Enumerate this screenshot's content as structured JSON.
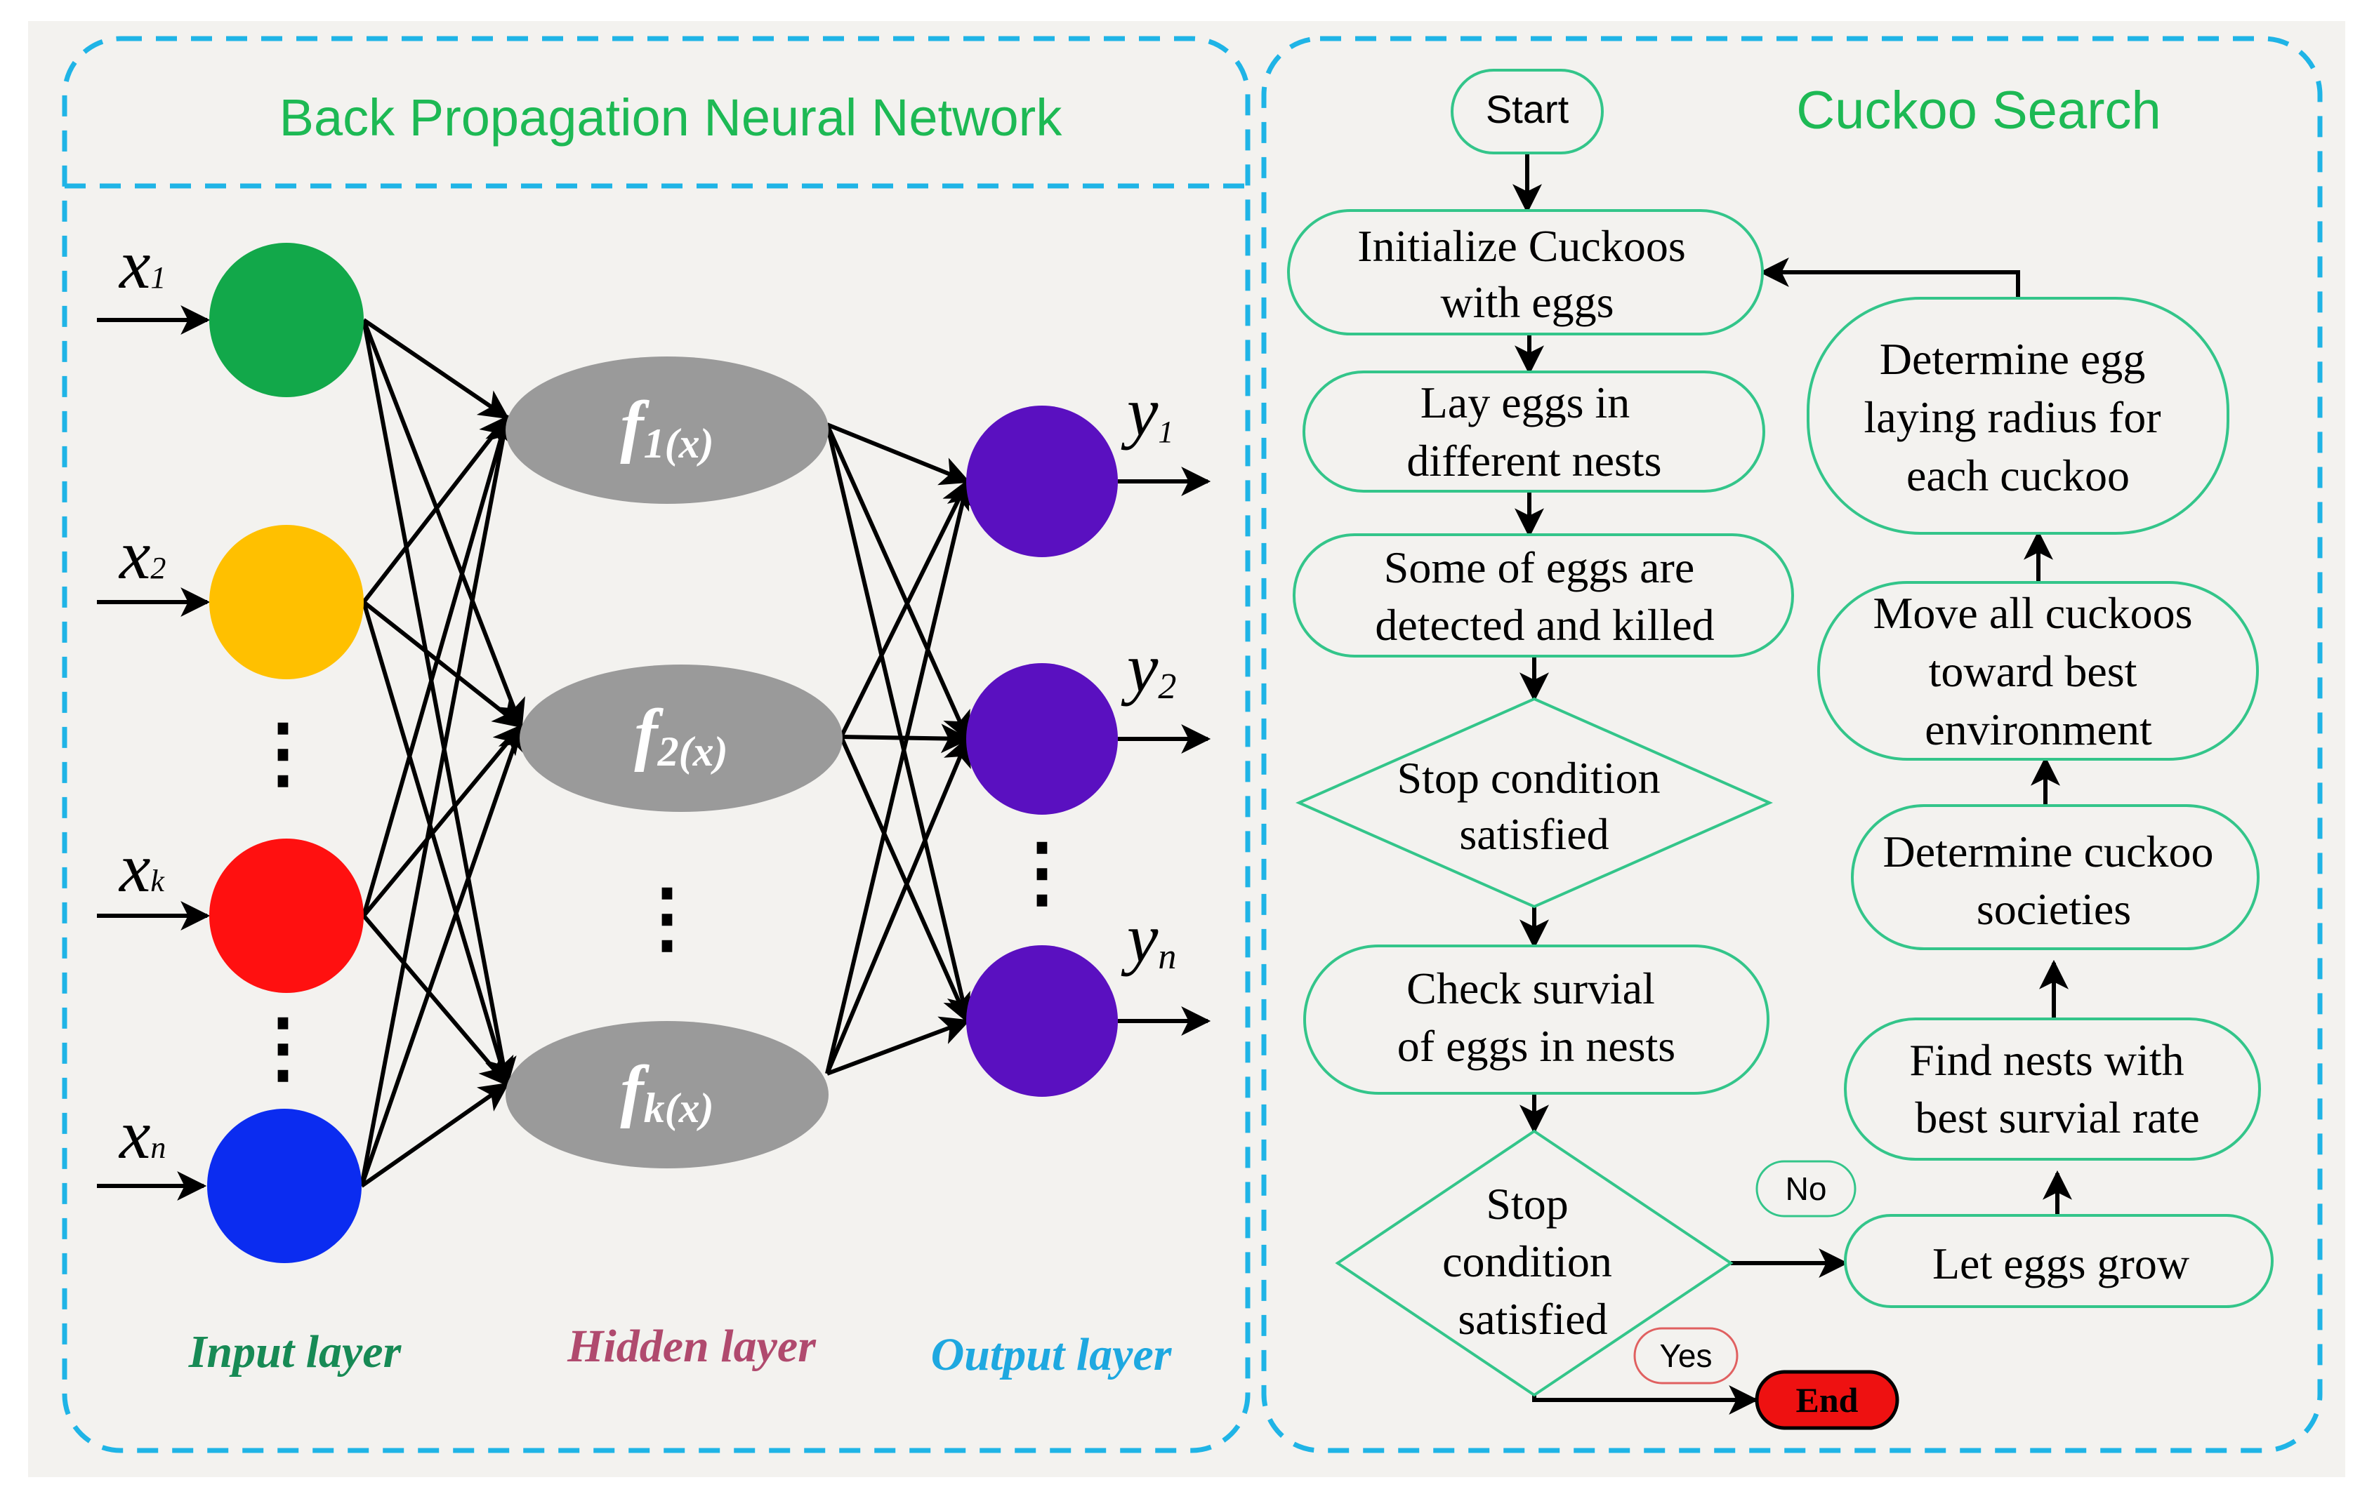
{
  "colors": {
    "background": "#ffffff",
    "panel_fill": "#f3f2ef",
    "dashed_border": "#1fb4e6",
    "title_green": "#1db954",
    "flow_stroke": "#33c58a",
    "input_label": "#178a55",
    "hidden_label": "#b04a6e",
    "output_label": "#1ea8e0",
    "hidden_node": "#9a9a9a",
    "output_node": "#5a10c0",
    "end_fill": "#ee1111",
    "no_yes_stroke": "#e06060"
  },
  "bpnn": {
    "title": "Back Propagation Neural Network",
    "inputs": [
      {
        "base": "x",
        "sub": "1",
        "color": "#12a84a"
      },
      {
        "base": "x",
        "sub": "2",
        "color": "#ffc000"
      },
      {
        "base": "x",
        "sub": "k",
        "color": "#ff1010"
      },
      {
        "base": "x",
        "sub": "n",
        "color": "#0b2cf0"
      }
    ],
    "hidden": [
      {
        "pre": "f",
        "sub": "1(x)"
      },
      {
        "pre": "f",
        "sub": "2(x)"
      },
      {
        "pre": "f",
        "sub": "k(x)"
      }
    ],
    "outputs": [
      {
        "base": "y",
        "sub": "1"
      },
      {
        "base": "y",
        "sub": "2"
      },
      {
        "base": "y",
        "sub": "n"
      }
    ],
    "ellipsis": "⋮",
    "layer_labels": {
      "input": "Input layer",
      "hidden": "Hidden layer",
      "output": "Output layer"
    }
  },
  "cuckoo": {
    "title": "Cuckoo Search",
    "start": "Start",
    "initialize": [
      "Initialize Cuckoos",
      "with eggs"
    ],
    "lay_eggs": [
      "Lay eggs in",
      "different nests"
    ],
    "detected": [
      "Some of eggs are",
      "detected and killed"
    ],
    "stop1": [
      "Stop condition",
      "satisfied"
    ],
    "check": [
      "Check survial",
      "of eggs in nests"
    ],
    "stop2": [
      "Stop",
      "condition",
      "satisfied"
    ],
    "no": "No",
    "yes": "Yes",
    "end": "End",
    "let_grow": "Let eggs grow",
    "find_nests": [
      "Find nests with",
      "best survial rate"
    ],
    "societies": [
      "Determine cuckoo",
      "societies"
    ],
    "move": [
      "Move all cuckoos",
      "toward best",
      "environment"
    ],
    "radius": [
      "Determine egg",
      "laying radius for",
      "each cuckoo"
    ]
  }
}
